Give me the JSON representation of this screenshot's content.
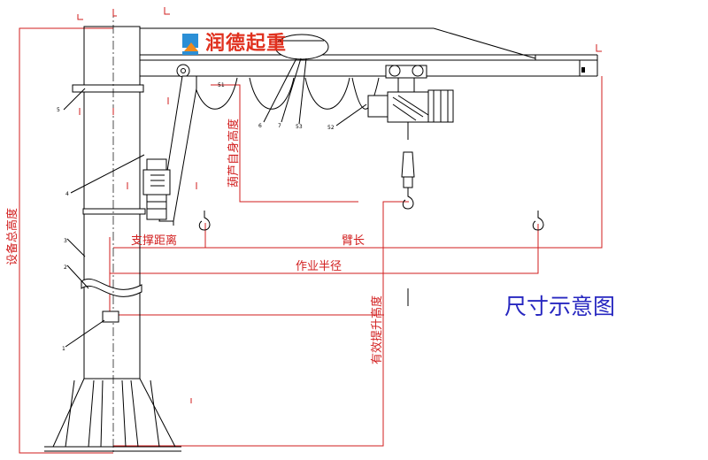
{
  "brand": {
    "name": "润德起重"
  },
  "diagram_title": "尺寸示意图",
  "dimensions": {
    "total_height": "设备总高度",
    "hoist_height": "葫芦自身高度",
    "support_distance": "支撑距离",
    "arm_length": "臂长",
    "working_radius": "作业半径",
    "lifting_height": "有效提升高度"
  },
  "part_numbers": {
    "p1": "1",
    "p2": "2",
    "p3": "3",
    "p4": "4",
    "p5": "5",
    "p6": "6",
    "p7": "7",
    "p51": "51",
    "p52": "52",
    "p53": "53"
  },
  "colors": {
    "dimension": "#d21e1e",
    "structure": "#000000",
    "title": "#2727c0",
    "logo_blue": "#2b8fd6",
    "logo_orange": "#f08a1c"
  }
}
